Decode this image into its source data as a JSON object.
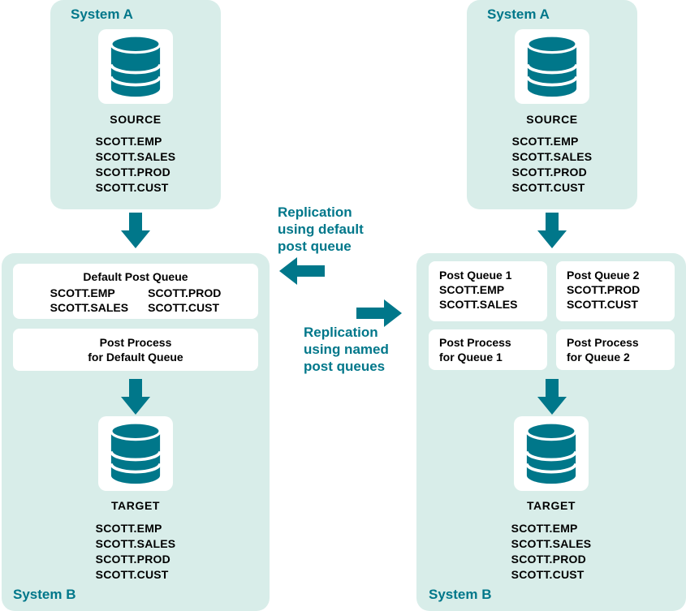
{
  "colors": {
    "teal": "#00778A",
    "panel": "#D8EDE9",
    "box_bg": "#FFFFFF",
    "text": "#000000"
  },
  "annotations": {
    "default_queue": "Replication\nusing default\npost queue",
    "named_queues": "Replication\nusing named\npost queues"
  },
  "left_flow": {
    "system_a": {
      "title": "System A",
      "db_label": "SOURCE",
      "tables": [
        "SCOTT.EMP",
        "SCOTT.SALES",
        "SCOTT.PROD",
        "SCOTT.CUST"
      ]
    },
    "system_b": {
      "title": "System B",
      "queue": {
        "title": "Default Post Queue",
        "col1": [
          "SCOTT.EMP",
          "SCOTT.SALES"
        ],
        "col2": [
          "SCOTT.PROD",
          "SCOTT.CUST"
        ]
      },
      "process": "Post Process\nfor Default Queue",
      "db_label": "TARGET",
      "tables": [
        "SCOTT.EMP",
        "SCOTT.SALES",
        "SCOTT.PROD",
        "SCOTT.CUST"
      ]
    }
  },
  "right_flow": {
    "system_a": {
      "title": "System A",
      "db_label": "SOURCE",
      "tables": [
        "SCOTT.EMP",
        "SCOTT.SALES",
        "SCOTT.PROD",
        "SCOTT.CUST"
      ]
    },
    "system_b": {
      "title": "System B",
      "queue1": {
        "title": "Post Queue 1",
        "tables": [
          "SCOTT.EMP",
          "SCOTT.SALES"
        ]
      },
      "queue2": {
        "title": "Post Queue 2",
        "tables": [
          "SCOTT.PROD",
          "SCOTT.CUST"
        ]
      },
      "process1": "Post Process\nfor Queue 1",
      "process2": "Post Process\nfor Queue 2",
      "db_label": "TARGET",
      "tables": [
        "SCOTT.EMP",
        "SCOTT.SALES",
        "SCOTT.PROD",
        "SCOTT.CUST"
      ]
    }
  }
}
